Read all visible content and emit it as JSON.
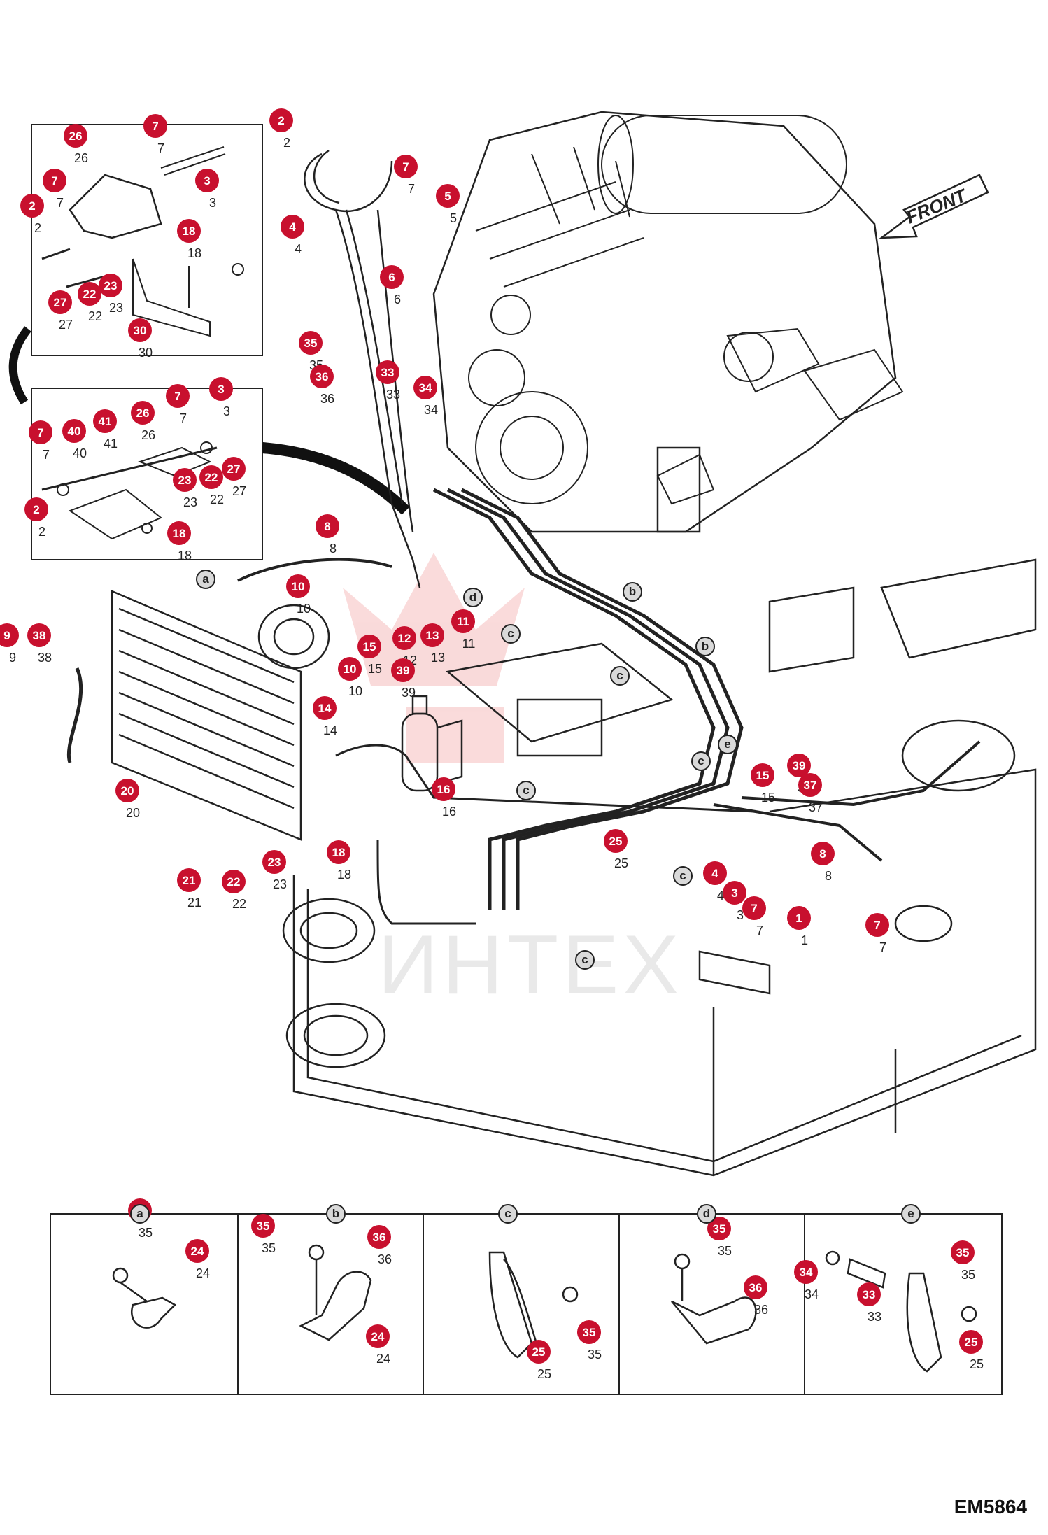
{
  "figure": {
    "ref_code": "EM5864",
    "front_label": "FRONT",
    "watermark": "ИНТЕХ",
    "badge_color": "#c8102e"
  },
  "callouts": [
    {
      "id": "c-26a",
      "num": "26"
    },
    {
      "id": "c-7a",
      "num": "7"
    },
    {
      "id": "c-7b",
      "num": "7"
    },
    {
      "id": "c-3a",
      "num": "3"
    },
    {
      "id": "c-2a",
      "num": "2"
    },
    {
      "id": "c-18a",
      "num": "18"
    },
    {
      "id": "c-27a",
      "num": "27"
    },
    {
      "id": "c-22a",
      "num": "22"
    },
    {
      "id": "c-23a",
      "num": "23"
    },
    {
      "id": "c-30",
      "num": "30"
    },
    {
      "id": "c-7c",
      "num": "7"
    },
    {
      "id": "c-3b",
      "num": "3"
    },
    {
      "id": "c-7d",
      "num": "7"
    },
    {
      "id": "c-40",
      "num": "40"
    },
    {
      "id": "c-41",
      "num": "41"
    },
    {
      "id": "c-26b",
      "num": "26"
    },
    {
      "id": "c-23b",
      "num": "23"
    },
    {
      "id": "c-22b",
      "num": "22"
    },
    {
      "id": "c-27b",
      "num": "27"
    },
    {
      "id": "c-2b",
      "num": "2"
    },
    {
      "id": "c-18b",
      "num": "18"
    },
    {
      "id": "c-2c",
      "num": "2"
    },
    {
      "id": "c-7e",
      "num": "7"
    },
    {
      "id": "c-5",
      "num": "5"
    },
    {
      "id": "c-4a",
      "num": "4"
    },
    {
      "id": "c-6",
      "num": "6"
    },
    {
      "id": "c-35a",
      "num": "35"
    },
    {
      "id": "c-36a",
      "num": "36"
    },
    {
      "id": "c-33a",
      "num": "33"
    },
    {
      "id": "c-34a",
      "num": "34"
    },
    {
      "id": "c-8a",
      "num": "8"
    },
    {
      "id": "c-10a",
      "num": "10"
    },
    {
      "id": "c-11",
      "num": "11"
    },
    {
      "id": "c-13",
      "num": "13"
    },
    {
      "id": "c-12",
      "num": "12"
    },
    {
      "id": "c-15a",
      "num": "15"
    },
    {
      "id": "c-10b",
      "num": "10"
    },
    {
      "id": "c-39a",
      "num": "39"
    },
    {
      "id": "c-14",
      "num": "14"
    },
    {
      "id": "c-9",
      "num": "9"
    },
    {
      "id": "c-38",
      "num": "38"
    },
    {
      "id": "c-20",
      "num": "20"
    },
    {
      "id": "c-16",
      "num": "16"
    },
    {
      "id": "c-18c",
      "num": "18"
    },
    {
      "id": "c-21",
      "num": "21"
    },
    {
      "id": "c-22c",
      "num": "22"
    },
    {
      "id": "c-23c",
      "num": "23"
    },
    {
      "id": "c-25a",
      "num": "25"
    },
    {
      "id": "c-15b",
      "num": "15"
    },
    {
      "id": "c-39b",
      "num": "39"
    },
    {
      "id": "c-37",
      "num": "37"
    },
    {
      "id": "c-8b",
      "num": "8"
    },
    {
      "id": "c-4b",
      "num": "4"
    },
    {
      "id": "c-3c",
      "num": "3"
    },
    {
      "id": "c-7f",
      "num": "7"
    },
    {
      "id": "c-1",
      "num": "1"
    },
    {
      "id": "c-7g",
      "num": "7"
    },
    {
      "id": "d-35a",
      "num": "35"
    },
    {
      "id": "d-24a",
      "num": "24"
    },
    {
      "id": "d-35b",
      "num": "35"
    },
    {
      "id": "d-36a",
      "num": "36"
    },
    {
      "id": "d-24b",
      "num": "24"
    },
    {
      "id": "d-35c",
      "num": "35"
    },
    {
      "id": "d-25a",
      "num": "25"
    },
    {
      "id": "d-35d",
      "num": "35"
    },
    {
      "id": "d-36b",
      "num": "36"
    },
    {
      "id": "d-34",
      "num": "34"
    },
    {
      "id": "d-33",
      "num": "33"
    },
    {
      "id": "d-35e",
      "num": "35"
    },
    {
      "id": "d-25b",
      "num": "25"
    }
  ],
  "letters": [
    {
      "id": "l-a1",
      "txt": "a"
    },
    {
      "id": "l-b1",
      "txt": "b"
    },
    {
      "id": "l-c1",
      "txt": "c"
    },
    {
      "id": "l-d1",
      "txt": "d"
    },
    {
      "id": "l-b2",
      "txt": "b"
    },
    {
      "id": "l-c2",
      "txt": "c"
    },
    {
      "id": "l-e1",
      "txt": "e"
    },
    {
      "id": "l-c3",
      "txt": "c"
    },
    {
      "id": "l-c4",
      "txt": "c"
    },
    {
      "id": "l-c5",
      "txt": "c"
    },
    {
      "id": "l-c6",
      "txt": "c"
    },
    {
      "id": "l-ha",
      "txt": "a"
    },
    {
      "id": "l-hb",
      "txt": "b"
    },
    {
      "id": "l-hc",
      "txt": "c"
    },
    {
      "id": "l-hd",
      "txt": "d"
    },
    {
      "id": "l-he",
      "txt": "e"
    }
  ]
}
